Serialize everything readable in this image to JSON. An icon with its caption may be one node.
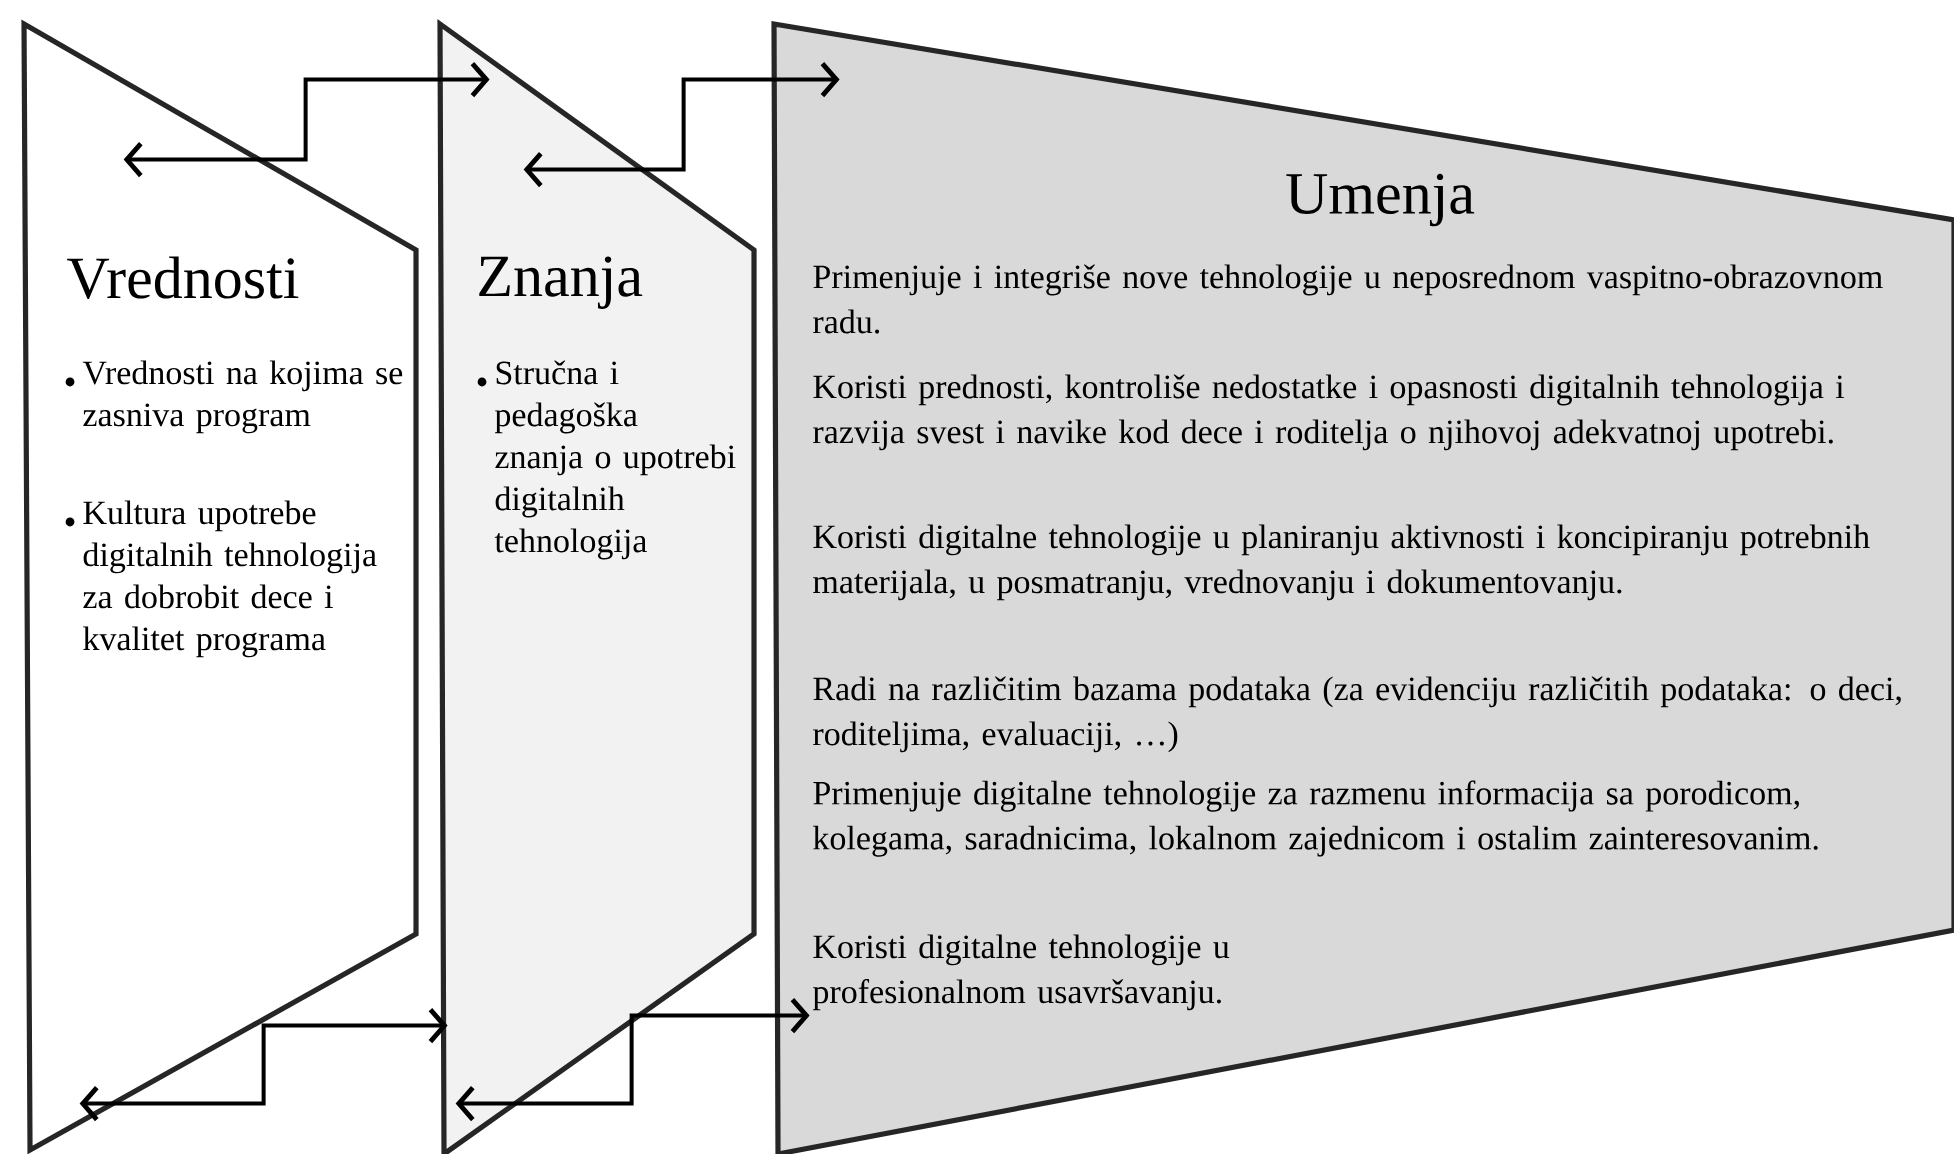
{
  "diagram": {
    "nodes": [
      {
        "text": [
          "Vrednosti",
          "Vrednosti na kojima se zasniva program",
          "Kultura upotrebe digitalnih tehnologija za dobrobit dece i kvalitet programa"
        ]
      },
      {
        "text": [
          "Znanja",
          "Stručna i pedagoška znanja o upotrebi digitalnih tehnologija"
        ]
      },
      {
        "text": [
          "Umenja",
          "Primenjuje i integriše nove tehnologije u neposrednom vaspitno-obrazovnom radu.",
          "Koristi prednosti, kontroliše nedostatke i opasnosti digitalnih tehnologija i razvija svest i navike kod dece i roditelja o njihovoj adekvatnoj upotrebi.",
          "Koristi digitalne tehnologije u planiranju aktivnosti i koncipiranju potrebnih materijala, u posmatranju, vrednovanju i dokumentovanju.",
          "Radi na različitim bazama podataka (za evidenciju različitih podataka: o deci, roditeljima, evaluaciji, …)",
          "Primenjuje digitalne tehnologije za razmenu informacija sa porodicom, kolegama, saradnicima, lokalnom zajednicom i ostalim zainteresovanim.",
          "Koristi digitalne tehnologije u profesionalnom usavršavanju."
        ]
      }
    ],
    "edges": [
      {
        "from": 0,
        "to": 1,
        "arrow": "both"
      },
      {
        "from": 1,
        "to": 2,
        "arrow": "both"
      },
      {
        "from": 0,
        "to": 1,
        "arrow": "both"
      },
      {
        "from": 1,
        "to": 2,
        "arrow": "both"
      }
    ]
  }
}
